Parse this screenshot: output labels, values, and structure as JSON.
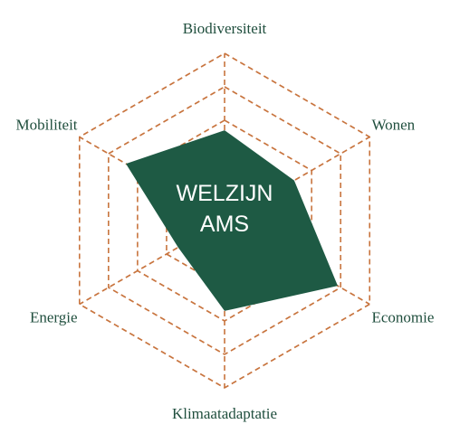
{
  "chart_data": {
    "type": "radar",
    "title": "",
    "center_text": [
      "WELZIJN",
      "AMS"
    ],
    "axes": [
      "Biodiversiteit",
      "Wonen",
      "Economie",
      "Klimaatadaptatie",
      "Energie",
      "Mobiliteit"
    ],
    "values": [
      2.7,
      2.4,
      3.9,
      2.7,
      1.6,
      3.4
    ],
    "range": [
      0,
      5
    ],
    "rings": 5,
    "colors": {
      "fill": "#1e5a44",
      "grid": "#c8743e",
      "label": "#1f4e3d",
      "center_text": "#ffffff"
    }
  }
}
